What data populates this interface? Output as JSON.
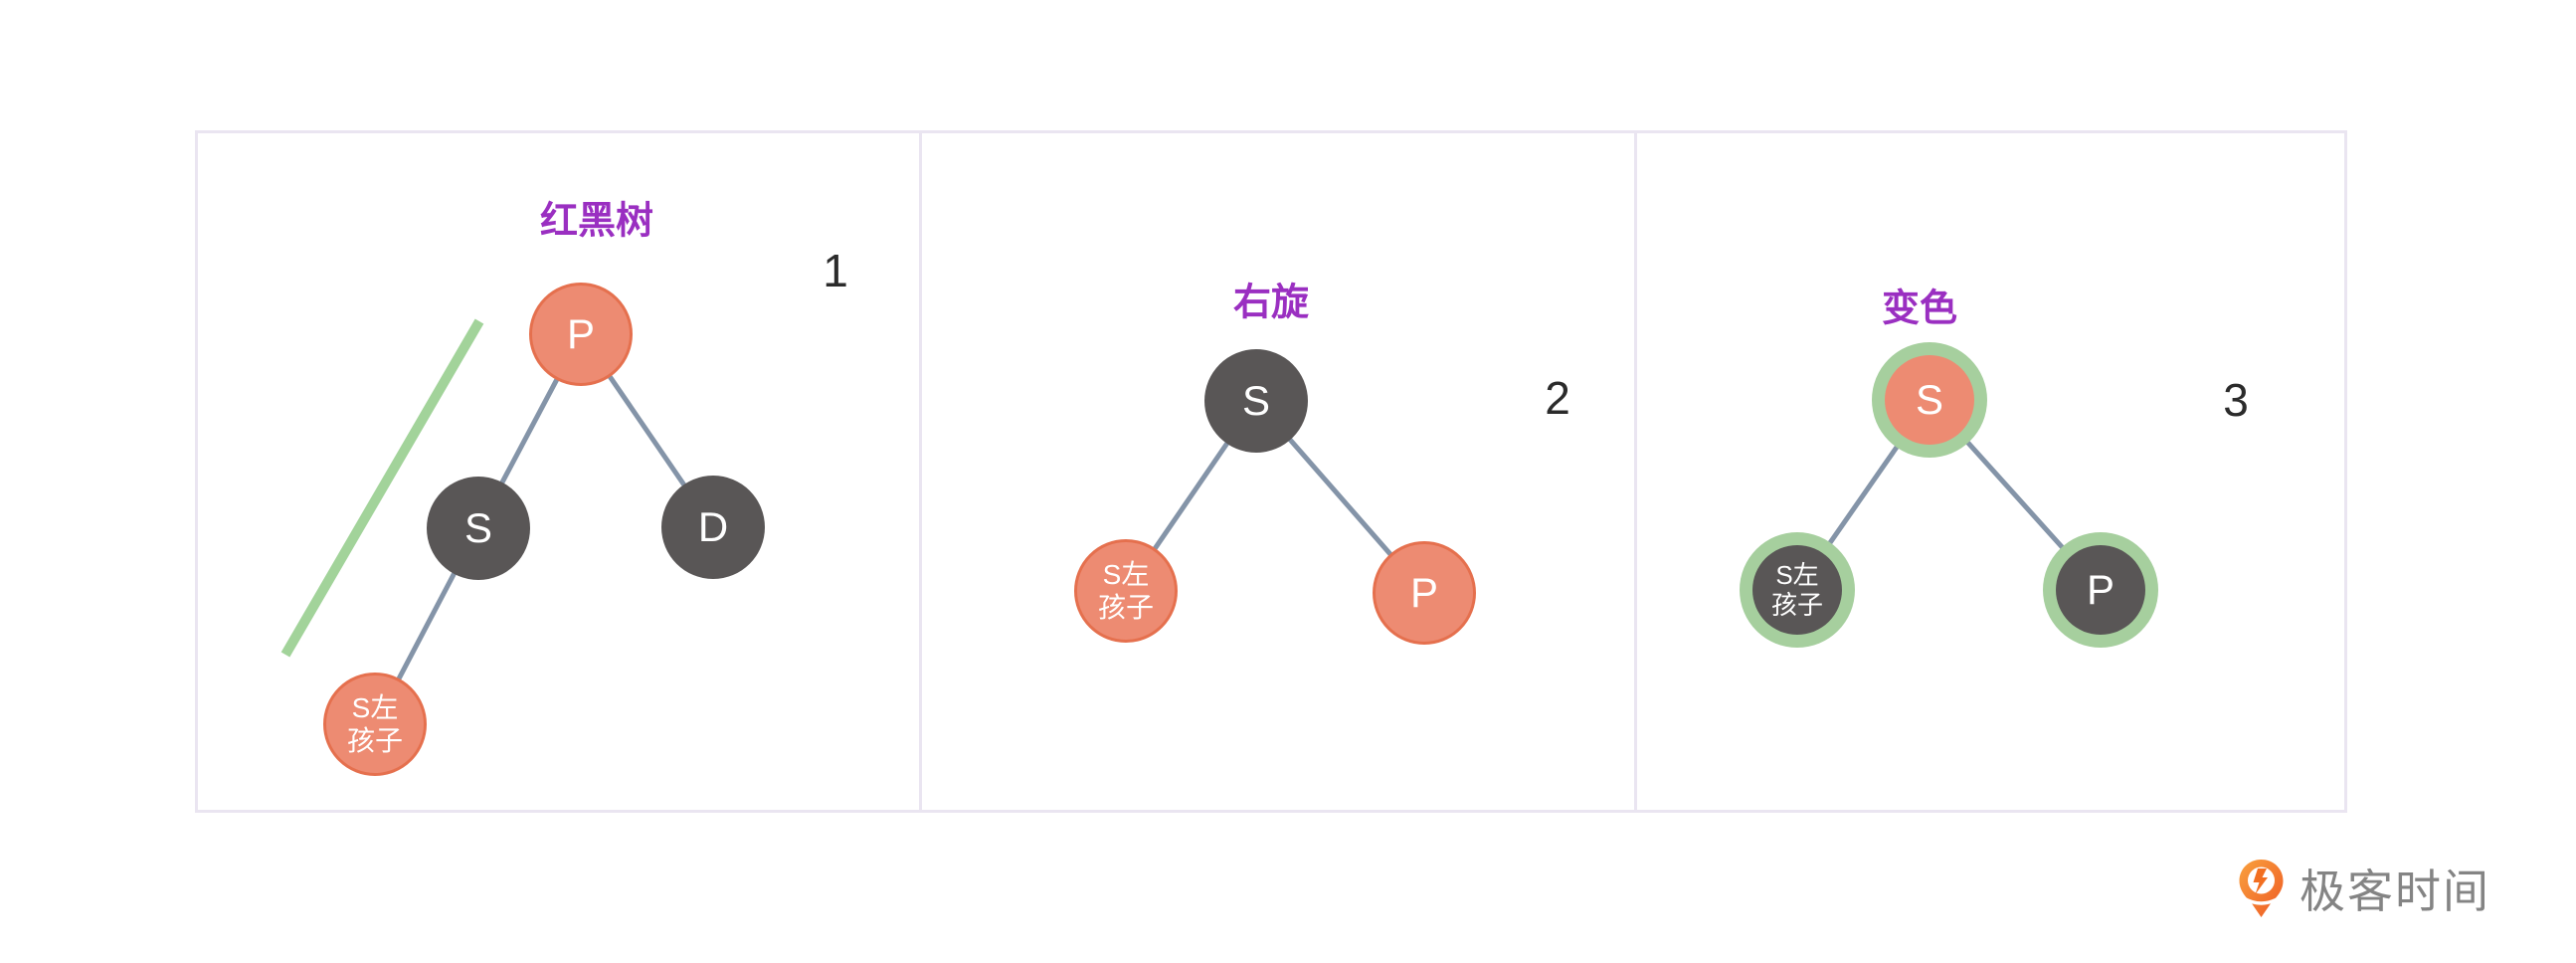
{
  "colors": {
    "node_red_fill": "#ED8B72",
    "node_red_border": "#E5704E",
    "node_dark": "#595656",
    "ring_green": "#A6CF9E",
    "edge": "#8494A8",
    "hint_line_green": "#A2D39A",
    "title_purple": "#9A2FC1",
    "panel_border": "#EAE5F1",
    "number_color": "#2B2B2B",
    "logo_text_color": "#848484",
    "logo_orange": "#F26F21"
  },
  "panels": [
    {
      "title": "红黑树",
      "number": "1",
      "nodes": {
        "p": {
          "label": "P",
          "color": "red"
        },
        "s": {
          "label": "S",
          "color": "black"
        },
        "d": {
          "label": "D",
          "color": "black"
        },
        "s_left_child": {
          "label": "S左孩子",
          "color": "red"
        }
      }
    },
    {
      "title": "右旋",
      "number": "2",
      "nodes": {
        "s": {
          "label": "S",
          "color": "black"
        },
        "s_left_child": {
          "label": "S左孩子",
          "color": "red"
        },
        "p": {
          "label": "P",
          "color": "red"
        }
      }
    },
    {
      "title": "变色",
      "number": "3",
      "nodes": {
        "s": {
          "label": "S",
          "color": "red",
          "ring": true
        },
        "s_left_child": {
          "label": "S左孩子",
          "color": "black",
          "ring": true
        },
        "p": {
          "label": "P",
          "color": "black",
          "ring": true
        }
      }
    }
  ],
  "logo": {
    "brand": "极客时间",
    "icon": "geektime-pin-icon"
  }
}
